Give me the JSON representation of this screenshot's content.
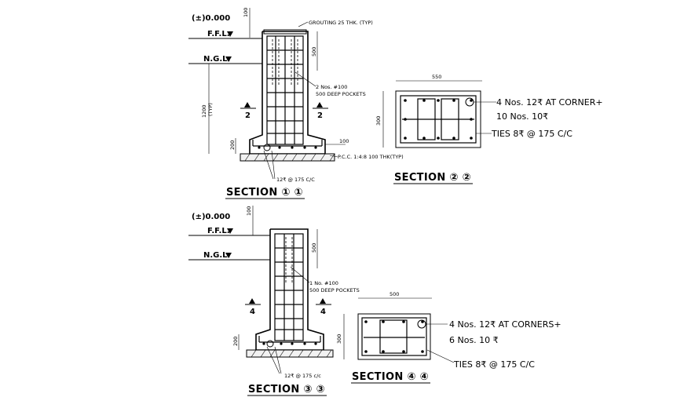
{
  "levels": {
    "zero": "(±)0.000",
    "ffl": "F.F.L.",
    "ngl": "N.G.L."
  },
  "s1": {
    "title": "SECTION ① ①",
    "grouting": "GROUTING 25 THK. (TYP)",
    "pockets_a": "2 Nos. #100",
    "pockets_b": "500 DEEP POCKETS",
    "pcc": "P.C.C. 1:4:8 100 THK(TYP)",
    "bars": "12₹ @ 175 C/C",
    "dim_top": "100",
    "dim_500": "500",
    "dim_1200a": "1200",
    "dim_1200b": "(TYP)",
    "dim_200": "200",
    "dim_100": "100",
    "marker": "2"
  },
  "s2": {
    "title": "SECTION ② ②",
    "dim_w": "550",
    "dim_h": "300",
    "note1": "4 Nos. 12₹ AT CORNER+",
    "note2": "10 Nos. 10₹",
    "note3": "TIES 8₹ @ 175 C/C"
  },
  "s3": {
    "title": "SECTION ③ ③",
    "pockets_a": "1 No. #100",
    "pockets_b": "500 DEEP POCKETS",
    "bars": "12₹ @ 175 c/c",
    "dim_top": "100",
    "dim_500": "500",
    "dim_200": "200",
    "marker": "4"
  },
  "s4": {
    "title": "SECTION ④ ④",
    "dim_w": "500",
    "dim_h": "300",
    "note1": "4 Nos. 12₹ AT CORNERS+",
    "note2": "6 Nos. 10 ₹",
    "note3": "TIES 8₹ @ 175 C/C"
  }
}
